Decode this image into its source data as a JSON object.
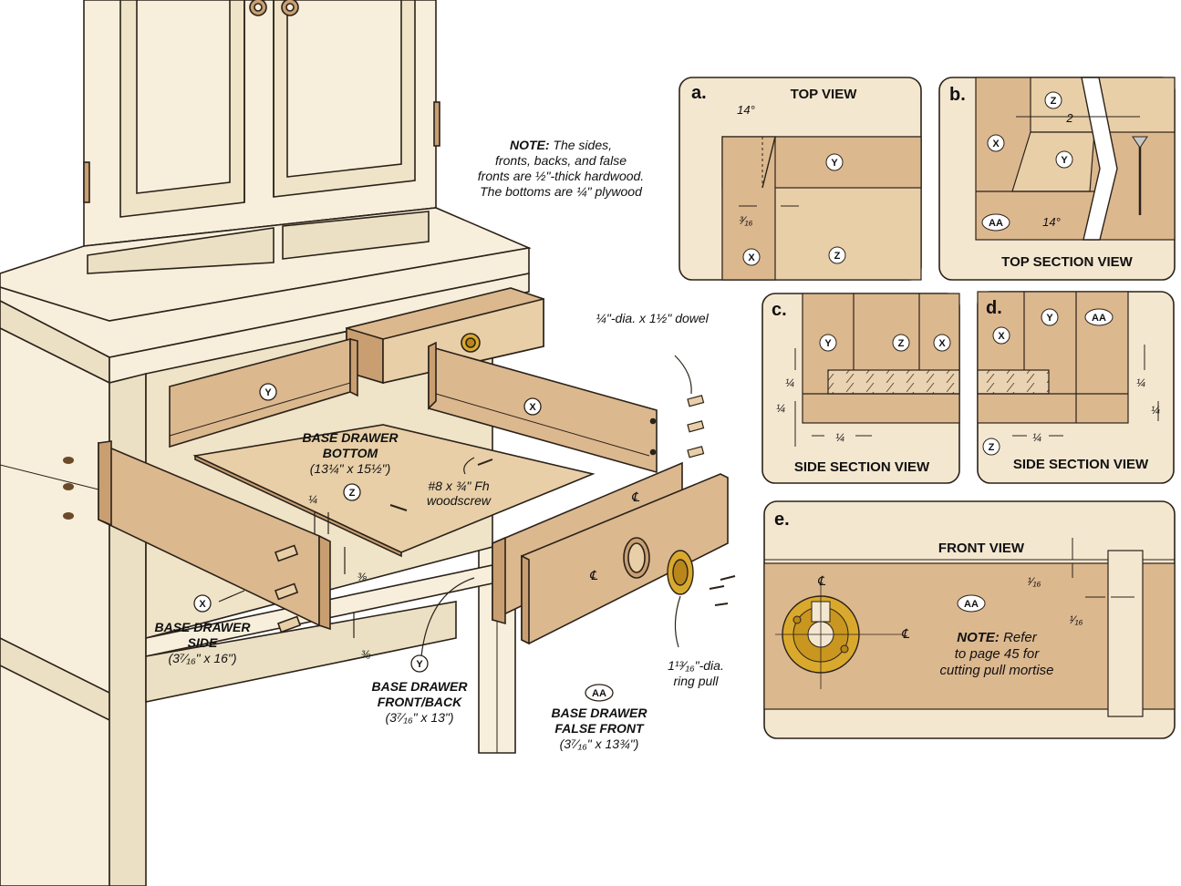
{
  "main": {
    "note_lines": [
      "The sides,",
      "fronts, backs, and false",
      "fronts are ½\"-thick hardwood.",
      "The bottoms are ¼\" plywood"
    ],
    "note_prefix": "NOTE:",
    "dowel_label": "¼\"-dia. x 1½\" dowel",
    "bottom_title_1": "BASE DRAWER",
    "bottom_title_2": "BOTTOM",
    "bottom_dims": "(13¼\" x 15½\")",
    "screw_1": "#8 x ¾\" Fh",
    "screw_2": "woodscrew",
    "side_title_1": "BASE DRAWER",
    "side_title_2": "SIDE",
    "side_dims": "(3⁷⁄₁₆\" x 16\")",
    "front_title_1": "BASE DRAWER",
    "front_title_2": "FRONT/BACK",
    "front_dims": "(3⁷⁄₁₆\" x 13\")",
    "false_title_1": "BASE DRAWER",
    "false_title_2": "FALSE FRONT",
    "false_dims": "(3⁷⁄₁₆\" x 13¾\")",
    "pull_1": "1¹³⁄₁₆\"-dia.",
    "pull_2": "ring pull",
    "dim_quarter": "¼",
    "dim_three_eighths": "⅜",
    "dim_three_eighths_2": "⅜",
    "part_x": "X",
    "part_y": "Y",
    "part_z": "Z",
    "part_aa": "AA",
    "centerline": "℄"
  },
  "panel_a": {
    "letter": "a.",
    "title": "TOP VIEW",
    "angle": "14°",
    "dim": "³⁄₁₆",
    "y": "Y",
    "x": "X",
    "z": "Z"
  },
  "panel_b": {
    "letter": "b.",
    "title": "TOP SECTION VIEW",
    "dim": "2",
    "angle": "14°",
    "z": "Z",
    "x": "X",
    "y": "Y",
    "aa": "AA"
  },
  "panel_c": {
    "letter": "c.",
    "title": "SIDE SECTION VIEW",
    "y": "Y",
    "z": "Z",
    "x": "X",
    "d1": "¼",
    "d2": "¼",
    "d3": "¼"
  },
  "panel_d": {
    "letter": "d.",
    "title": "SIDE SECTION VIEW",
    "x": "X",
    "y": "Y",
    "aa": "AA",
    "z": "Z",
    "d1": "¼",
    "d2": "¼",
    "d3": "¼"
  },
  "panel_e": {
    "letter": "e.",
    "title": "FRONT VIEW",
    "d1": "¹⁄₁₆",
    "d2": "¹⁄₁₆",
    "aa": "AA",
    "note_prefix": "NOTE:",
    "note_1": "Refer",
    "note_2": "to page 45 for",
    "note_3": "cutting pull mortise",
    "centerline": "℄"
  },
  "colors": {
    "wood": "#dcb88f",
    "wood_dark": "#c99f72",
    "wood_light": "#e8cfa8",
    "panel_bg": "#f4e7d0",
    "cream": "#f7efdc",
    "cream_shade": "#ece0c4",
    "brass": "#d9a92e",
    "outline": "#2b2219"
  }
}
